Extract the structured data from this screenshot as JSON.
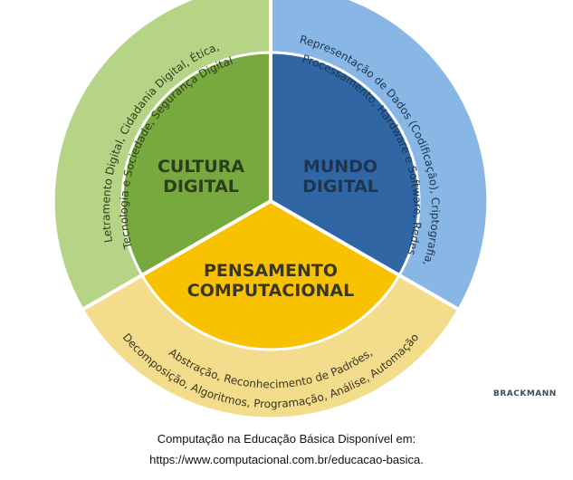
{
  "diagram": {
    "sectors": {
      "cultura": {
        "title_line1": "CULTURA",
        "title_line2": "DIGITAL",
        "ring_line1": "Letramento Digital, Cidadania Digital, Ética,",
        "ring_line2": "Tecnologia e Sociedade, Segurança Digital",
        "inner_color": "#77a93f",
        "outer_color": "#b5d485",
        "text_color": "#2d3e1c"
      },
      "mundo": {
        "title_line1": "MUNDO",
        "title_line2": "DIGITAL",
        "ring_line1": "Representação de Dados (Codificação), Criptografia,",
        "ring_line2": "Processamento, Hardware e Software, Redes",
        "inner_color": "#2f66a3",
        "outer_color": "#88b7e5",
        "text_color": "#1d3550"
      },
      "pensamento": {
        "title_line1": "PENSAMENTO",
        "title_line2": "COMPUTACIONAL",
        "ring_line1": "Abstração, Reconhecimento de Padrões,",
        "ring_line2": "Decomposição, Algoritmos, Programação, Análise, Automação",
        "inner_color": "#f8c200",
        "outer_color": "#f4dc8d",
        "text_color": "#3a3620"
      }
    },
    "brand": "BRACKMANN",
    "brand_color": "#3b4d5a",
    "divider_color": "#ffffff"
  },
  "caption": {
    "line1": "Computação na Educação Básica Disponível em:",
    "line2": "https://www.computacional.com.br/educacao-basica."
  }
}
